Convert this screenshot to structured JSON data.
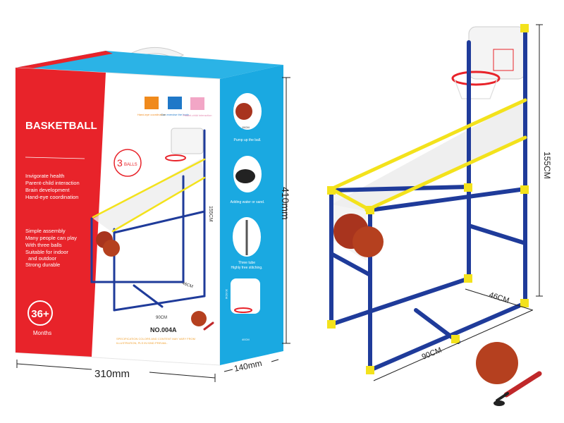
{
  "box": {
    "title": "BASKETBALL",
    "features_a": [
      "Invigorate health",
      "Parent-child interaction",
      "Brain development",
      "Hand-eye coordination"
    ],
    "features_b": [
      "Simple assembly",
      "Many people can play",
      "With three balls",
      "Suitable for indoor",
      "and outdoor",
      "Strong durable"
    ],
    "icons": [
      {
        "label": "Hand-eye coordination",
        "color": "#f08a1c"
      },
      {
        "label": "Can exercise the body",
        "color": "#1f78c8"
      },
      {
        "label": "Parent-child interaction",
        "color": "#f2a6c6"
      }
    ],
    "balls_badge_number": "3",
    "balls_badge_text": "BALLS",
    "age": "36+",
    "age_unit": "Months",
    "model": "NO.004A",
    "disclaimer_1": "SPECIFICATION COLORS AND CONTENT MAY VARY FROM",
    "disclaimer_2": "ILLUSTRATION, PLS IN KIND PREVAIL.",
    "dim_height": "155CM",
    "dim_depth": "46CM",
    "dim_width": "90CM",
    "side_steps": [
      "Pump up the ball.",
      "Adding water or sand.",
      "Three tube",
      "Highly free stitching."
    ],
    "side_dim_ball": "15CM",
    "side_dim_board_w": "40CM",
    "side_dim_board_h": "30.5CM",
    "colors": {
      "red": "#e8232a",
      "blue": "#1aa9e1",
      "frame": "#1f3b9a",
      "joint": "#f3e21c"
    }
  },
  "dimensions": {
    "height": "410mm",
    "width": "310mm",
    "depth": "140mm"
  },
  "product": {
    "height": "155CM",
    "depth": "46CM",
    "width": "90CM"
  }
}
